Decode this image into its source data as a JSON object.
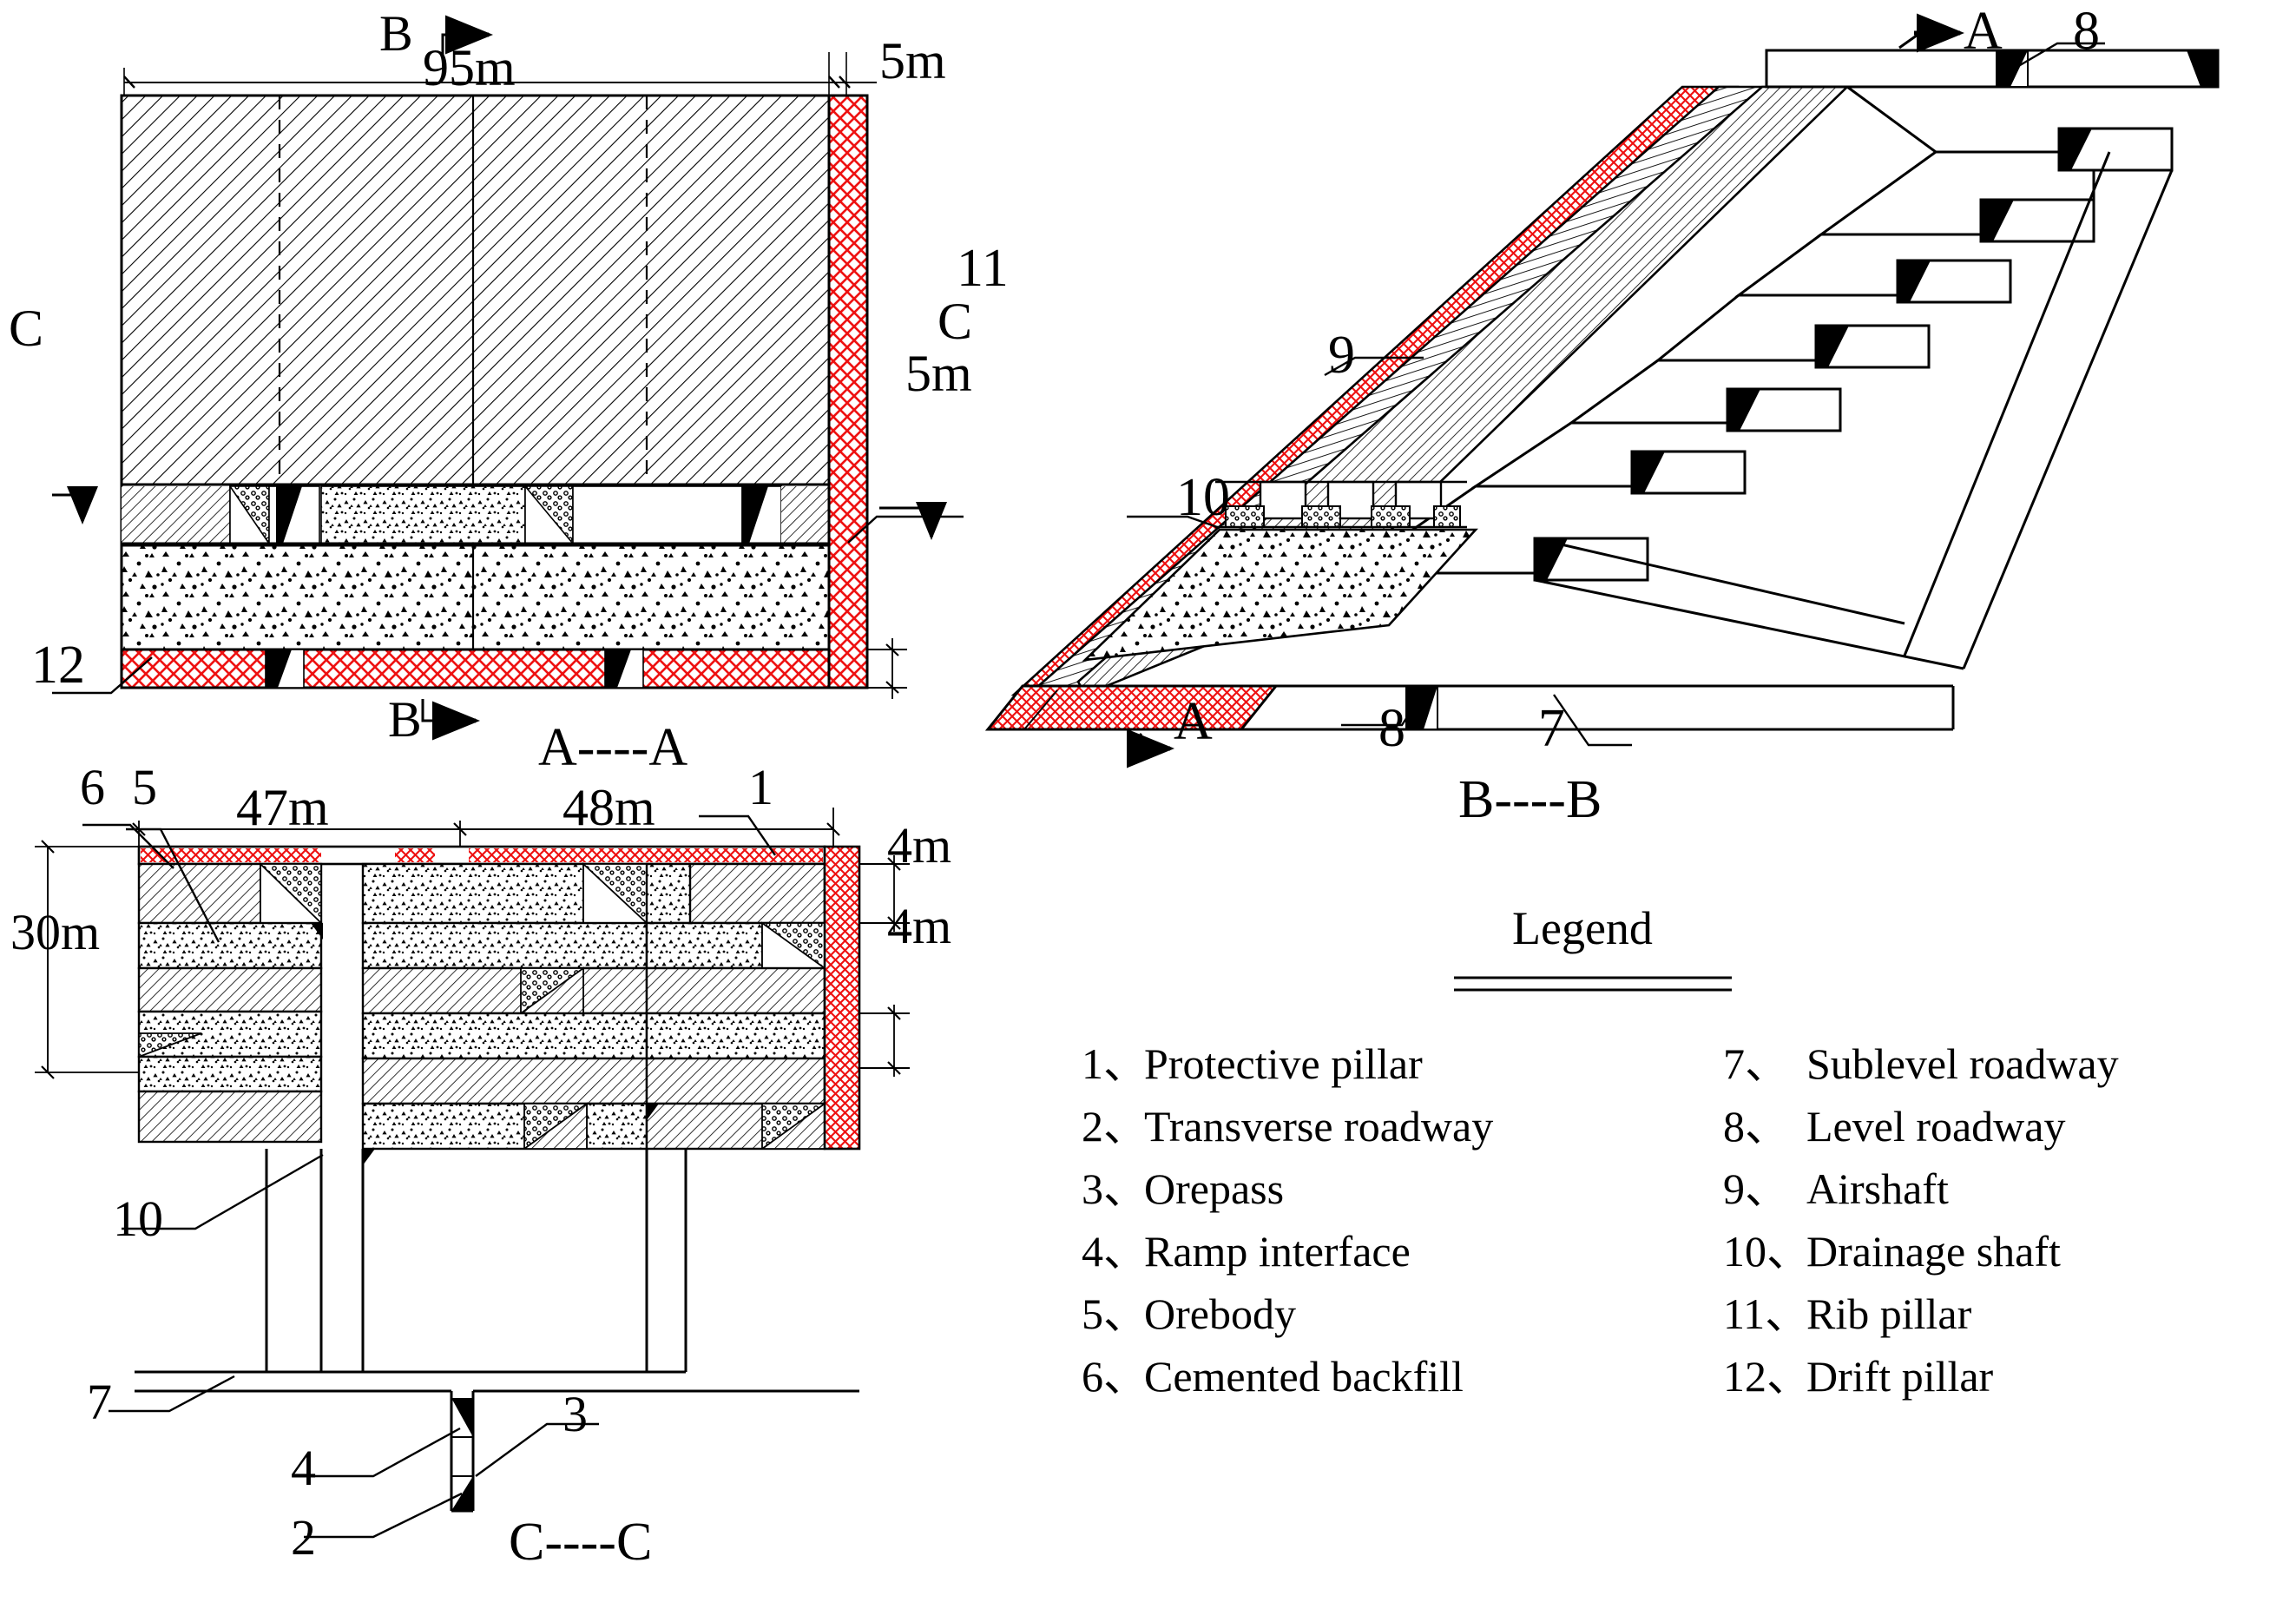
{
  "meta": {
    "drawing_type": "mining stope section drawing",
    "colors": {
      "pillar_red": "#ee1111",
      "line_black": "#000000",
      "background": "#ffffff"
    }
  },
  "section_aa": {
    "title": "A----A",
    "dimensions": {
      "width_main": "95m",
      "width_rib": "5m",
      "height_drift_pillar": "5m"
    },
    "markers": {
      "b_top": "B",
      "b_bottom": "B",
      "c_left": "C",
      "c_right": "C"
    },
    "callouts": {
      "rib_pillar": "11",
      "drift_pillar": "12"
    }
  },
  "section_bb": {
    "title": "B----B",
    "markers": {
      "a_top": "A",
      "a_bottom": "A"
    },
    "callouts": {
      "level_roadway_top": "8",
      "airshaft": "9",
      "drainage_shaft": "10",
      "level_roadway_bottom": "8",
      "sublevel_roadway": "7"
    }
  },
  "section_cc": {
    "title": "C----C",
    "dimensions": {
      "left_span": "47m",
      "right_span": "48m",
      "total_height": "30m",
      "layer_upper": "4m",
      "layer_lower": "4m"
    },
    "callouts": {
      "cemented_backfill": "6",
      "orebody": "5",
      "protective_pillar": "1",
      "drainage_shaft": "10",
      "sublevel_roadway": "7",
      "ramp_interface": "4",
      "transverse_roadway": "2",
      "orepass": "3"
    }
  },
  "legend": {
    "title": "Legend",
    "column_left": [
      {
        "num": "1、",
        "label": "Protective pillar"
      },
      {
        "num": "2、",
        "label": "Transverse roadway"
      },
      {
        "num": "3、",
        "label": "Orepass"
      },
      {
        "num": "4、",
        "label": "Ramp interface"
      },
      {
        "num": "5、",
        "label": "Orebody"
      },
      {
        "num": "6、",
        "label": "Cemented backfill"
      }
    ],
    "column_right": [
      {
        "num": "7、",
        "label": "Sublevel roadway"
      },
      {
        "num": "8、",
        "label": "Level roadway"
      },
      {
        "num": "9、",
        "label": "Airshaft"
      },
      {
        "num": "10、",
        "label": "Drainage shaft"
      },
      {
        "num": "11、",
        "label": "Rib pillar"
      },
      {
        "num": "12、",
        "label": "Drift pillar"
      }
    ]
  }
}
